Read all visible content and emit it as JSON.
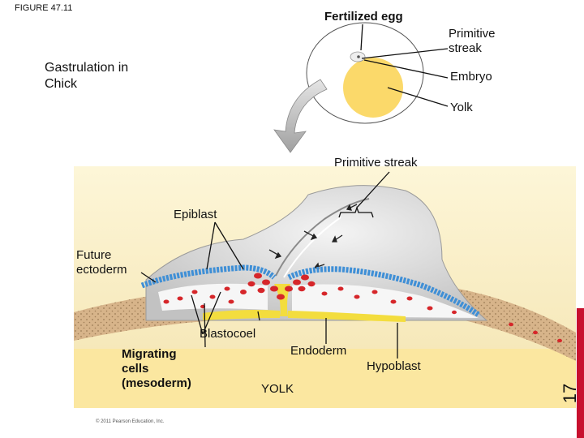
{
  "figure_label": "FIGURE 47.11",
  "title": "Gastrulation in\nChick",
  "labels": {
    "fertilized_egg": "Fertilized egg",
    "primitive_streak_top": "Primitive\nstreak",
    "embryo": "Embryo",
    "yolk": "Yolk",
    "primitive_streak": "Primitive streak",
    "epiblast": "Epiblast",
    "future_ectoderm": "Future\nectoderm",
    "blastocoel": "Blastocoel",
    "migrating_cells": "Migrating\ncells\n(mesoderm)",
    "endoderm": "Endoderm",
    "hypoblast": "Hypoblast",
    "yolk_bottom": "YOLK"
  },
  "copyright": "© 2011 Pearson Education, Inc.",
  "slide_number": "17",
  "colors": {
    "accent_bar": "#c8102e",
    "yolk": "#fbd96a",
    "yolk_tissue": "#d7b48a",
    "epiblast_blue": "#3f8fd6",
    "mesoderm_red": "#d6262a",
    "endoderm_yellow": "#f3dd3e",
    "embryo_gray": "#e2e2e2"
  }
}
